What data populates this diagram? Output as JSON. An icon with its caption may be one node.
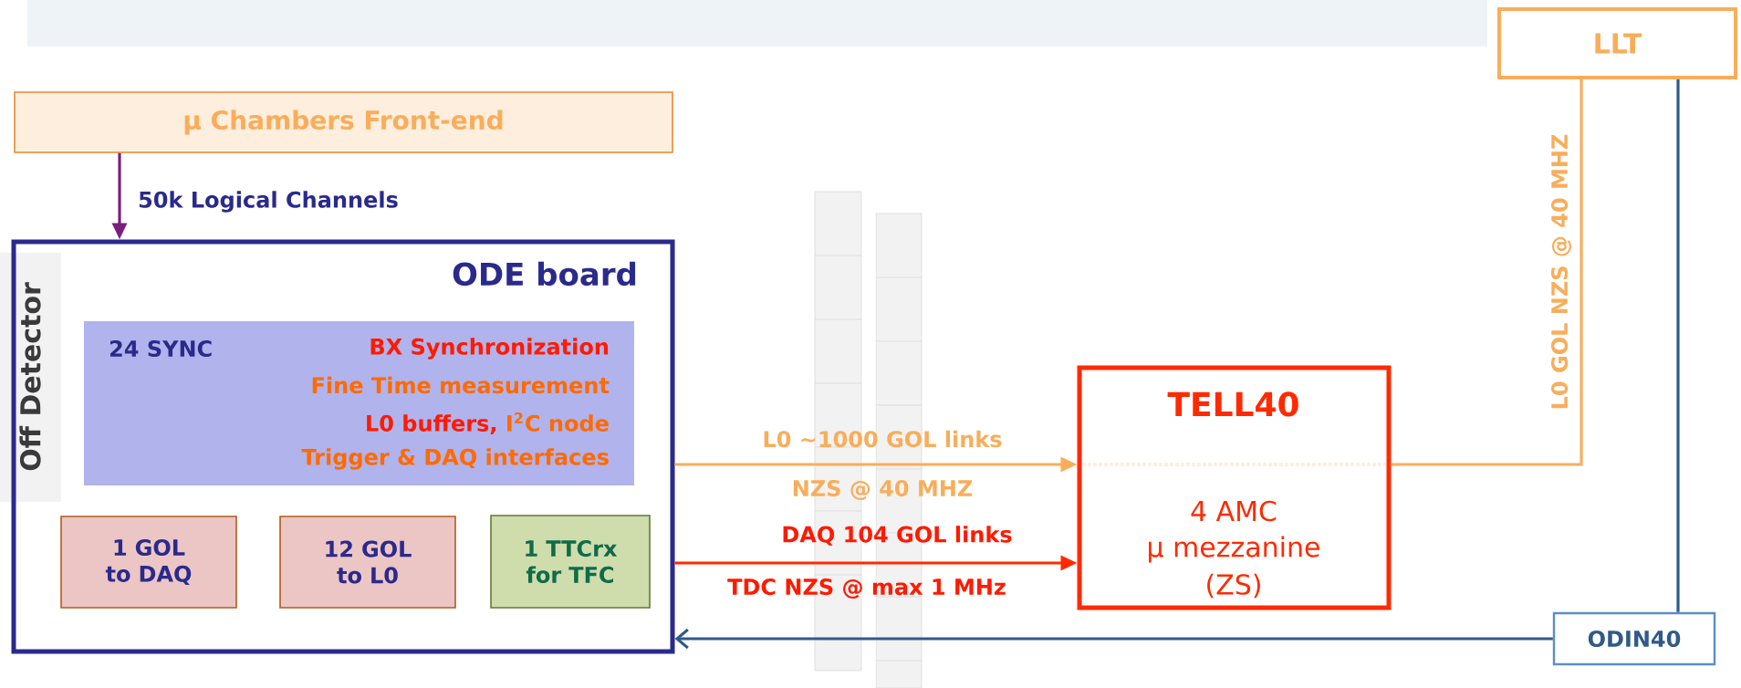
{
  "diagram": {
    "nodes": [
      {
        "text": [
          "LLT"
        ]
      },
      {
        "text": [
          "µ Chambers Front-end"
        ]
      },
      {
        "text": [
          "ODE board"
        ]
      },
      {
        "text": [
          "Off Detector"
        ]
      },
      {
        "text": [
          "24 SYNC",
          "BX Synchronization",
          "Fine Time measurement",
          "L0 buffers,",
          "I$^{2}$C node",
          "Trigger & DAQ interfaces"
        ],
        "in": 2
      },
      {
        "text": [
          "1 GOL to DAQ"
        ],
        "in": 2
      },
      {
        "text": [
          "12 GOL to L0"
        ],
        "in": 2
      },
      {
        "text": [
          "1 TTCrx for TFC"
        ],
        "in": 2
      },
      {
        "text": [
          "TELL40",
          "4 AMC",
          "µ mezzanine",
          "(ZS)"
        ]
      },
      {
        "text": [
          "ODIN40"
        ]
      }
    ],
    "edges": [
      {
        "from": 1,
        "to": 2,
        "arrow": "to",
        "label": "50k Logical Channels",
        "color": "#7b1f7e"
      },
      {
        "from": 2,
        "to": 8,
        "arrow": "to",
        "label": "L0 ~1000 GOL links",
        "color": "#f9ad5a"
      },
      {
        "from": 2,
        "to": 8,
        "arrow": "to",
        "label": "DAQ 104 GOL links",
        "color": "#ff2a00"
      },
      {
        "from": 8,
        "to": 0,
        "arrow": "none",
        "color": "#f9ad5a"
      },
      {
        "from": 0,
        "to": 9,
        "arrow": "none",
        "color": "#2f5a8a"
      },
      {
        "from": 9,
        "to": 2,
        "arrow": "to",
        "color": "#2f5a8a"
      }
    ],
    "labels": [
      "NZS @ 40 MHZ",
      "TDC NZS @ max 1 MHz",
      "L0 GOL NZS @ 40 MHZ"
    ]
  }
}
